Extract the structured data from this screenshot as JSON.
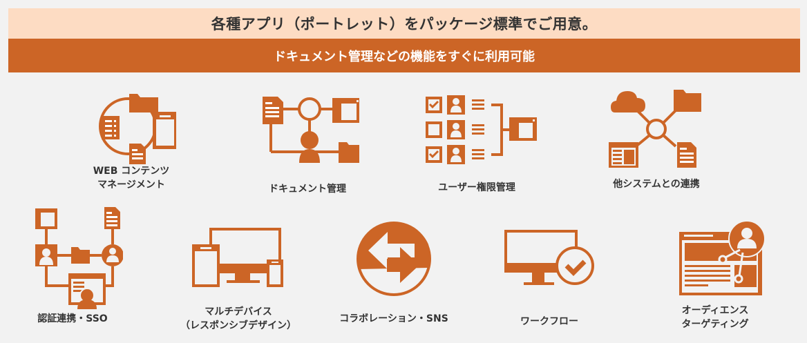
{
  "header": {
    "title": "各種アプリ（ポートレット）をパッケージ標準でご用意。",
    "subtitle": "ドキュメント管理などの機能をすぐに利用可能"
  },
  "colors": {
    "accent": "#cc6526",
    "banner_light": "#fddcc3",
    "background": "#f2f2f2",
    "text": "#333333"
  },
  "features": [
    {
      "label_line1": "WEB コンテンツ",
      "label_line2": "マネージメント",
      "icon": "web-content-management-icon"
    },
    {
      "label_line1": "ドキュメント管理",
      "label_line2": "",
      "icon": "document-management-icon"
    },
    {
      "label_line1": "ユーザー権限管理",
      "label_line2": "",
      "icon": "user-permission-icon"
    },
    {
      "label_line1": "他システムとの連携",
      "label_line2": "",
      "icon": "system-integration-icon"
    },
    {
      "label_line1": "認証連携・SSO",
      "label_line2": "",
      "icon": "sso-icon"
    },
    {
      "label_line1": "マルチデバイス",
      "label_line2": "（レスポンシブデザイン）",
      "icon": "multi-device-icon"
    },
    {
      "label_line1": "コラボレーション・SNS",
      "label_line2": "",
      "icon": "collaboration-icon"
    },
    {
      "label_line1": "ワークフロー",
      "label_line2": "",
      "icon": "workflow-icon"
    },
    {
      "label_line1": "オーディエンス",
      "label_line2": "ターゲティング",
      "icon": "audience-targeting-icon"
    }
  ]
}
